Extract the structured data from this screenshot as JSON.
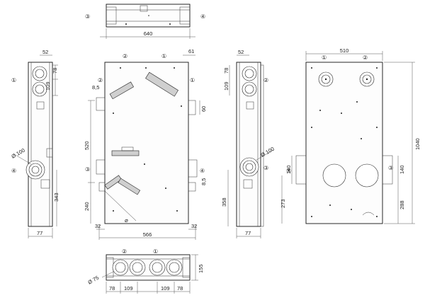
{
  "markers": {
    "m1": "①",
    "m2": "②",
    "m3": "③",
    "m4": "④"
  },
  "dimensions": {
    "top_width": "640",
    "front_inner_width": "566",
    "front_top_right_offset": "61",
    "front_side_offset_left": "32",
    "front_side_offset_right": "32",
    "front_height_left": "520",
    "front_lower_left": "240",
    "front_port_offset": "8,5",
    "front_port_offset_right": "8,5",
    "front_port_height_right": "60",
    "side_width_top": "52",
    "side_spacing_78": "78",
    "side_spacing_109": "109",
    "side_diameter": "Ø 100",
    "side_height_343": "343",
    "side_depth_77": "77",
    "side_height_358": "358",
    "back_width": "510",
    "back_height": "1040",
    "back_port_140_left": "140",
    "back_port_140_right": "140",
    "back_height_273": "273",
    "back_height_288": "288",
    "bottom_height_155": "155",
    "bottom_diameter": "Ø 75",
    "bottom_sp_78a": "78",
    "bottom_sp_109a": "109",
    "bottom_sp_109b": "109",
    "bottom_sp_78b": "78"
  },
  "colors": {
    "line": "#222222",
    "shade": "#cfcfcf",
    "background": "#ffffff"
  }
}
